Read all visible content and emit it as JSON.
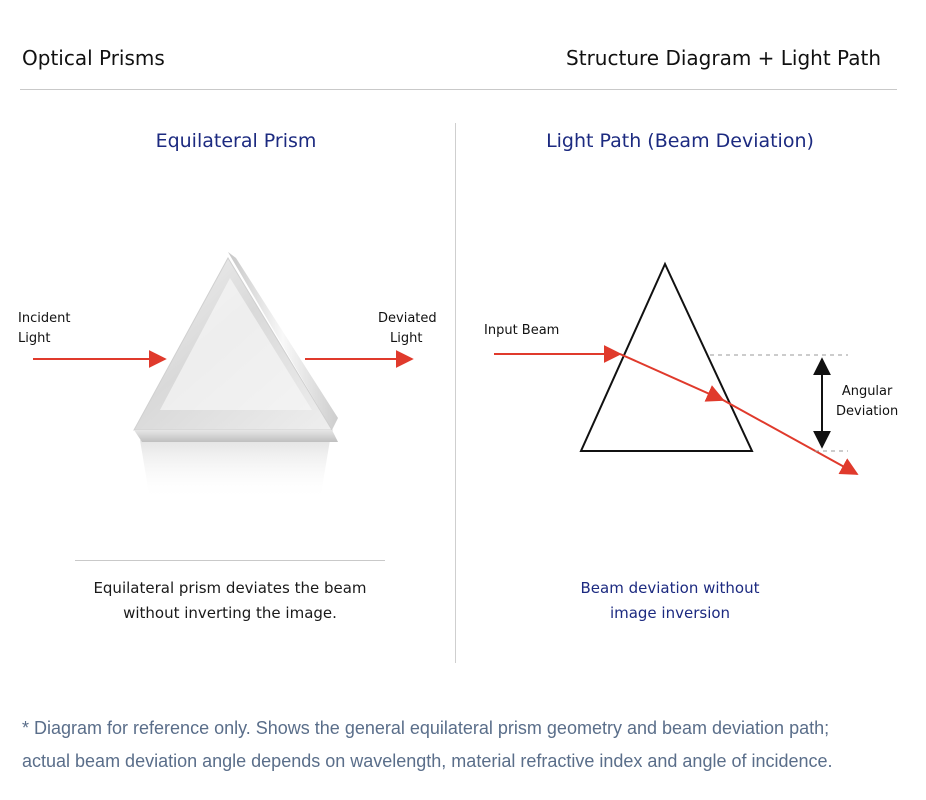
{
  "header": {
    "title": "Optical Prisms",
    "subtitle": "Structure Diagram + Light Path"
  },
  "left_panel": {
    "title": "Equilateral Prism",
    "incident_label": [
      "Incident",
      "Light"
    ],
    "deviated_label": [
      "Deviated",
      "Light"
    ],
    "caption": [
      "Equilateral prism deviates the beam",
      "without inverting the image."
    ]
  },
  "right_panel": {
    "title": "Light Path (Beam Deviation)",
    "input_label": "Input Beam",
    "angular_label": [
      "Angular",
      "Deviation"
    ],
    "caption": [
      "Beam deviation without",
      "image inversion"
    ]
  },
  "footnote": [
    "* Diagram for reference only. Shows the general equilateral prism geometry and beam deviation path;",
    "actual beam deviation angle depends on wavelength, material refractive index and angle of incidence."
  ],
  "colors": {
    "title_blue": "#1c2a80",
    "beam_red": "#e03a2c",
    "footnote_gray": "#5a6e8a"
  }
}
